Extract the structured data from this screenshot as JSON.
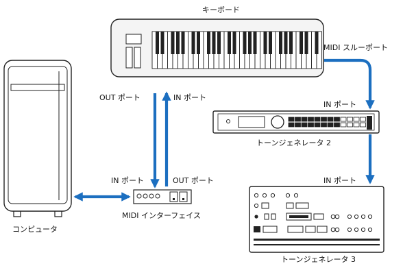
{
  "labels": {
    "keyboard": "キーボード",
    "midi_thru_port": "MIDI スルーポート",
    "out_port_keyboard": "OUT ポート",
    "in_port_keyboard": "IN ポート",
    "in_port_tg2": "IN ポート",
    "tone_generator_2": "トーンジェネレータ 2",
    "in_port_tg3": "IN ポート",
    "tone_generator_3": "トーンジェネレータ 3",
    "in_port_interface": "IN ポート",
    "out_port_interface": "OUT ポート",
    "midi_interface": "MIDI インターフェイス",
    "computer": "コンピュータ"
  },
  "colors": {
    "cable": "#1c6fc0",
    "outline": "#222222",
    "device_fill": "#ffffff",
    "keyboard_fill": "#f4f4f4"
  },
  "connections": [
    {
      "from": "keyboard OUT ポート",
      "to": "MIDI インターフェイス IN ポート",
      "icon": "down-arrow"
    },
    {
      "from": "MIDI インターフェイス OUT ポート",
      "to": "keyboard IN ポート",
      "icon": "up-arrow"
    },
    {
      "from": "keyboard MIDI スルーポート",
      "to": "トーンジェネレータ 2 IN ポート",
      "icon": "down-arrow"
    },
    {
      "from": "トーンジェネレータ 2",
      "to": "トーンジェネレータ 3 IN ポート",
      "icon": "down-arrow"
    },
    {
      "from": "コンピュータ",
      "to": "MIDI インターフェイス",
      "icon": "double-arrow"
    }
  ]
}
